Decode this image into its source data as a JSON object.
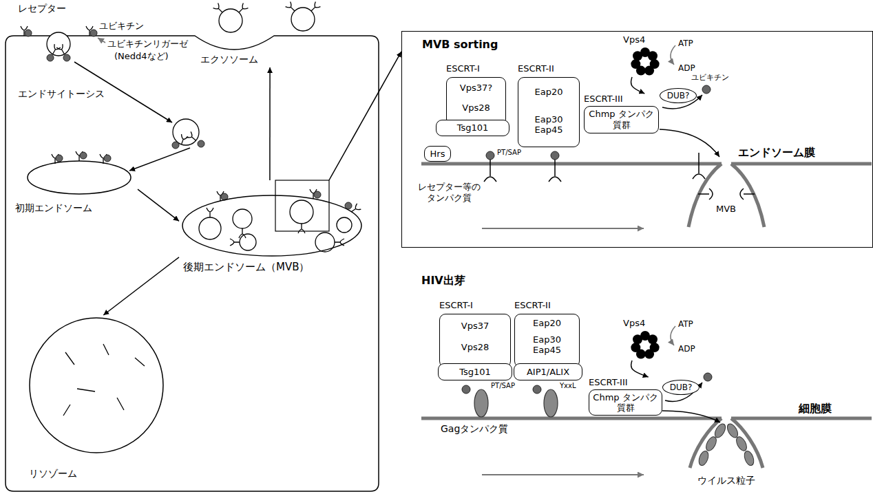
{
  "diagram": {
    "nodes": [
      {
        "text": [
          "エクソソーム"
        ]
      },
      {
        "text": [
          "初期エンドソーム"
        ]
      },
      {
        "text": [
          "後期エンドソーム（MVB）"
        ]
      },
      {
        "text": [
          "リソゾーム"
        ]
      },
      {
        "text": [
          "MVB sorting"
        ]
      },
      {
        "text": [
          "ESCRT-I",
          "Vps37?",
          "Vps28"
        ],
        "in": 4
      },
      {
        "text": [
          "Tsg101"
        ],
        "in": 4
      },
      {
        "text": [
          "ESCRT-II",
          "Eap20",
          "Eap30 Eap45"
        ],
        "in": 4
      },
      {
        "text": [
          "Vps4"
        ],
        "in": 4
      },
      {
        "text": [
          "ESCRT-III",
          "Chmp タンパク質群"
        ],
        "in": 4
      },
      {
        "text": [
          "DUB?"
        ],
        "in": 4
      },
      {
        "text": [
          "Hrs"
        ],
        "in": 4
      },
      {
        "text": [
          "ESCRT-I",
          "Vps37",
          "Vps28"
        ]
      },
      {
        "text": [
          "Tsg101"
        ]
      },
      {
        "text": [
          "ESCRT-II",
          "Eap20",
          "Eap30 Eap45"
        ]
      },
      {
        "text": [
          "AIP1/ALIX"
        ]
      },
      {
        "text": [
          "Vps4"
        ]
      },
      {
        "text": [
          "ESCRT-III",
          "Chmp タンパク質群"
        ]
      },
      {
        "text": [
          "DUB?"
        ]
      }
    ],
    "edges": [
      {
        "from": 1,
        "to": 2,
        "arrow": "to"
      },
      {
        "from": 2,
        "to": 3,
        "arrow": "to"
      },
      {
        "from": 2,
        "to": 0,
        "arrow": "to"
      },
      {
        "from": 2,
        "to": 4,
        "arrow": "to"
      },
      {
        "from": 8,
        "to": 9,
        "arrow": "to"
      },
      {
        "from": 16,
        "to": 17,
        "arrow": "to"
      }
    ],
    "labels": [
      "レセプター",
      "ユビキチン",
      "ユビキチンリガーゼ",
      "(Nedd4など)",
      "エンドサイトーシス",
      "PT/SAP",
      "レセプター等の タンパク質",
      "ATP",
      "ADP",
      "ユビキチン",
      "エンドソーム膜",
      "MVB",
      "HIV出芽",
      "ATP",
      "ADP",
      "PT/SAP",
      "YxxL",
      "Gagタンパク質",
      "細胞膜",
      "ウイルス粒子"
    ]
  }
}
